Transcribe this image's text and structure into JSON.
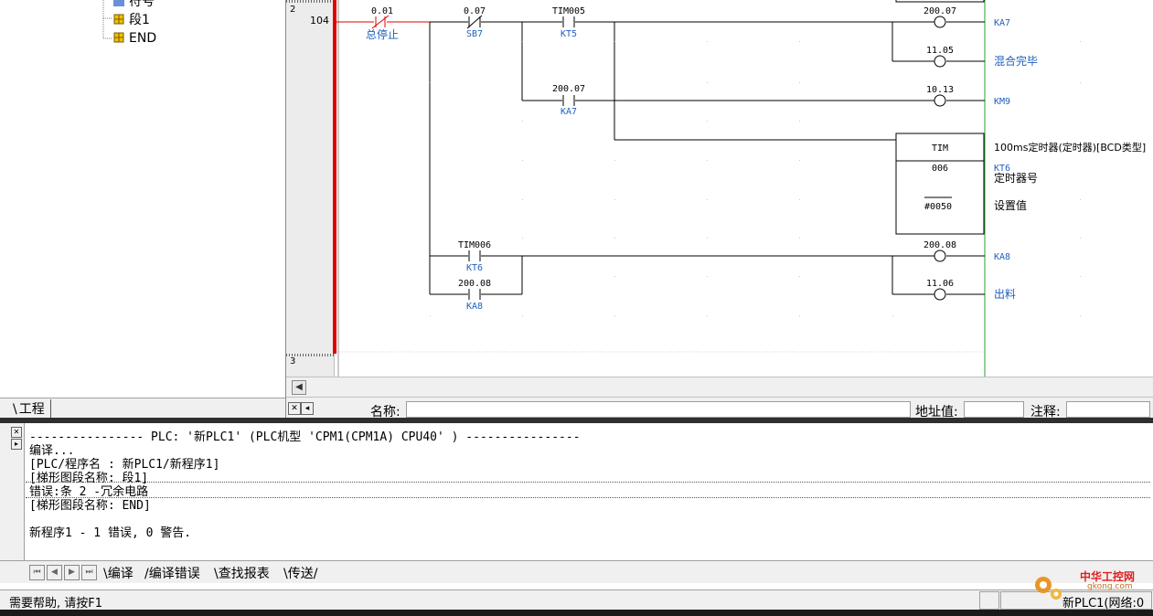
{
  "tree": {
    "items": [
      {
        "label": "符号"
      },
      {
        "label": "段1"
      },
      {
        "label": "END"
      }
    ],
    "tab": "工程"
  },
  "ladder": {
    "rungs": [
      {
        "number": "2",
        "step": "104"
      },
      {
        "number": "3"
      }
    ],
    "contacts": [
      {
        "addr": "0.01",
        "name": "总停止",
        "type": "NC"
      },
      {
        "addr": "0.07",
        "name": "SB7",
        "type": "NO"
      },
      {
        "addr": "TIM005",
        "name": "KT5",
        "type": "NO"
      },
      {
        "addr": "200.07",
        "name": "KA7",
        "type": "NO"
      },
      {
        "addr": "TIM006",
        "name": "KT6",
        "type": "NO"
      },
      {
        "addr": "200.08",
        "name": "KA8",
        "type": "NO"
      }
    ],
    "coils": [
      {
        "addr": "200.07",
        "name": "KA7"
      },
      {
        "addr": "11.05",
        "name": "混合完毕"
      },
      {
        "addr": "10.13",
        "name": "KM9"
      },
      {
        "addr": "200.08",
        "name": "KA8"
      },
      {
        "addr": "11.06",
        "name": "出料"
      }
    ],
    "timer": {
      "title": "TIM",
      "number": "006",
      "setvalue": "#0050",
      "desc": "100ms定时器(定时器)[BCD类型]",
      "name": "KT6",
      "num_comment": "定时器号",
      "set_comment": "设置值"
    }
  },
  "infobar": {
    "name_label": "名称:",
    "addr_label": "地址值:",
    "comment_label": "注释:"
  },
  "output": {
    "lines": [
      "---------------- PLC: '新PLC1' (PLC机型 'CPM1(CPM1A) CPU40' ) ----------------",
      "编译...",
      "[PLC/程序名 : 新PLC1/新程序1]",
      "[梯形图段名称: 段1]",
      "错误:条 2 -冗余电路",
      "[梯形图段名称: END]",
      "",
      "新程序1 - 1 错误, 0 警告."
    ],
    "tabs": [
      "编译",
      "编译错误",
      "查找报表",
      "传送"
    ]
  },
  "status": {
    "help": "需要帮助, 请按F1",
    "plc": "新PLC1(网络:0"
  },
  "watermark": {
    "text": "中华工控网",
    "url": "gkong.com"
  },
  "colors": {
    "contact": "#1f5fbf",
    "nc_active": "#e00000",
    "rail": "#e00000",
    "right_rail": "#2aa02a"
  }
}
